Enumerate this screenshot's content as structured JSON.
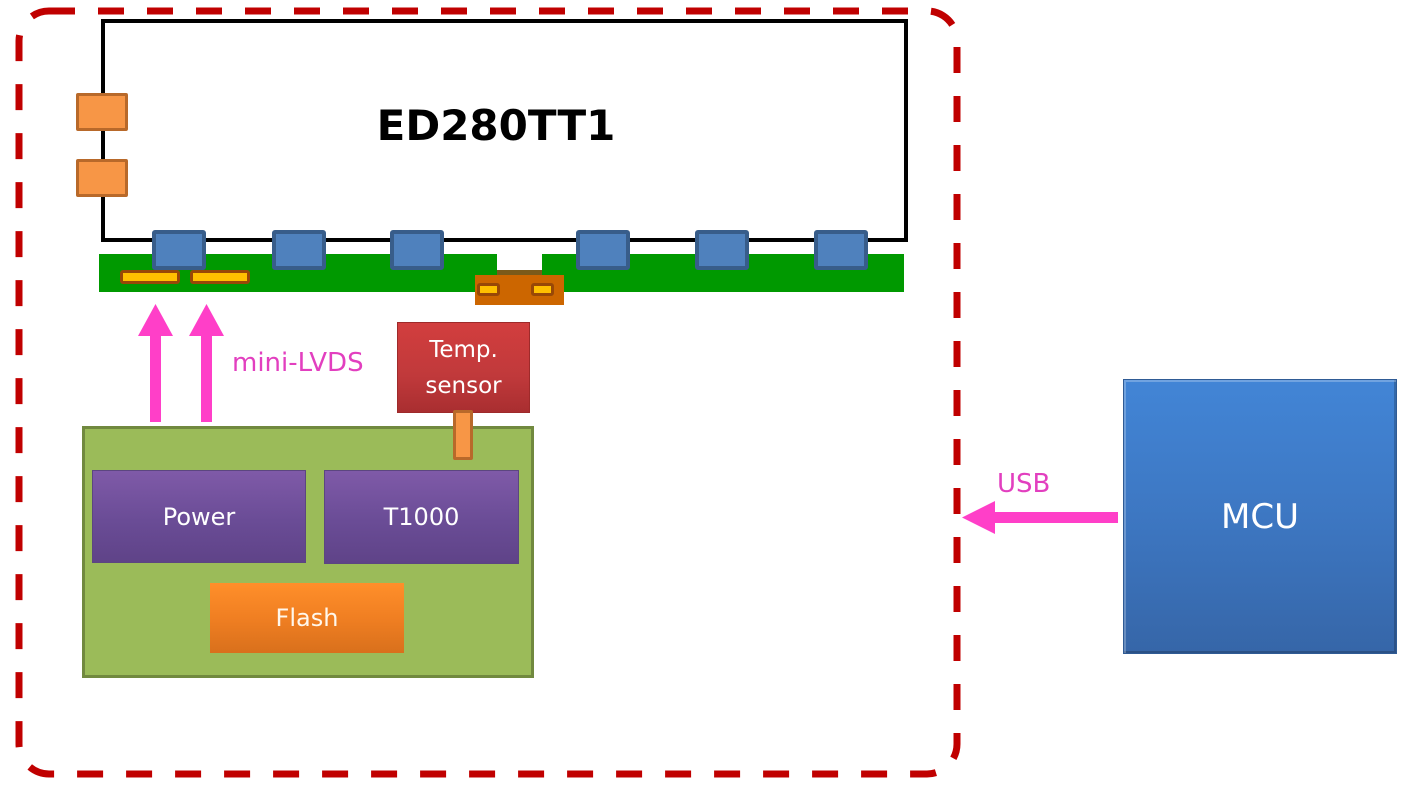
{
  "diagram": {
    "title": "ED280TT1 e-paper display module block diagram",
    "panel": {
      "label": "ED280TT1",
      "side_pad_count": 2,
      "top_row_pad_count": 6
    },
    "connectors": {
      "flex_count": 2,
      "center_pin_count": 2
    },
    "links": {
      "mini_lvds_label": "mini-LVDS",
      "usb_label": "USB"
    },
    "sensor": {
      "line1": "Temp.",
      "line2": "sensor"
    },
    "board": {
      "power_label": "Power",
      "controller_label": "T1000",
      "flash_label": "Flash"
    },
    "host": {
      "label": "MCU"
    },
    "colors": {
      "boundary": "#c00000",
      "panel_border": "#000000",
      "pcb_strip": "#009900",
      "pad_blue": "#4f81bd",
      "pad_orange": "#f79646",
      "connector_yellow": "#ffc000",
      "board_green": "#9bbb59",
      "chip_purple": "#7f5aa8",
      "flash_orange": "#f7891f",
      "sensor_red": "#c0393b",
      "arrow_pink": "#ff3fc8",
      "mcu_blue": "#3d77c2"
    }
  }
}
